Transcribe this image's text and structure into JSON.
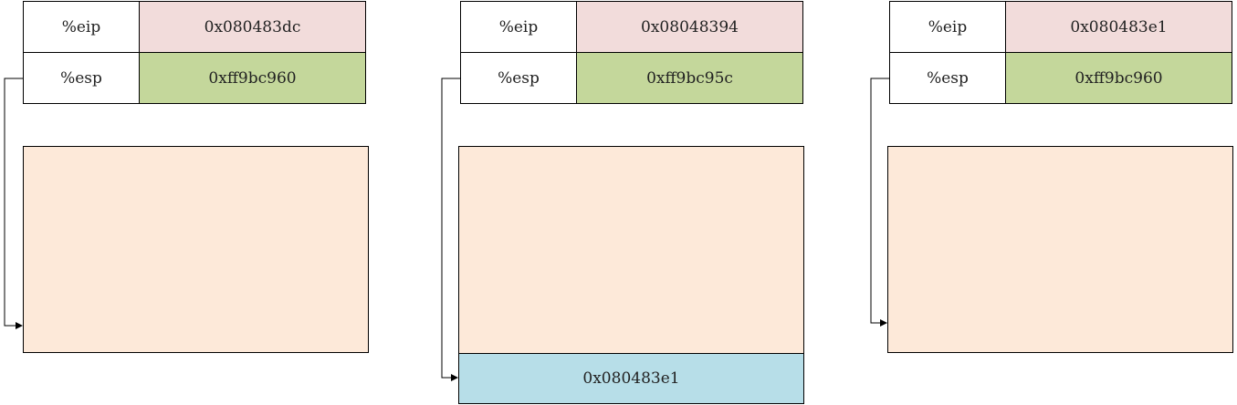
{
  "panels": [
    {
      "registers": [
        {
          "name": "%eip",
          "value": "0x080483dc"
        },
        {
          "name": "%esp",
          "value": "0xff9bc960"
        }
      ],
      "stack_slots": []
    },
    {
      "registers": [
        {
          "name": "%eip",
          "value": "0x08048394"
        },
        {
          "name": "%esp",
          "value": "0xff9bc95c"
        }
      ],
      "stack_slots": [
        "0x080483e1"
      ]
    },
    {
      "registers": [
        {
          "name": "%eip",
          "value": "0x080483e1"
        },
        {
          "name": "%esp",
          "value": "0xff9bc960"
        }
      ],
      "stack_slots": []
    }
  ],
  "colors": {
    "eip_fill": "#f2dcdb",
    "esp_fill": "#c4d79b",
    "stack_fill": "#fde9d9",
    "slot_fill": "#b7dee8"
  }
}
